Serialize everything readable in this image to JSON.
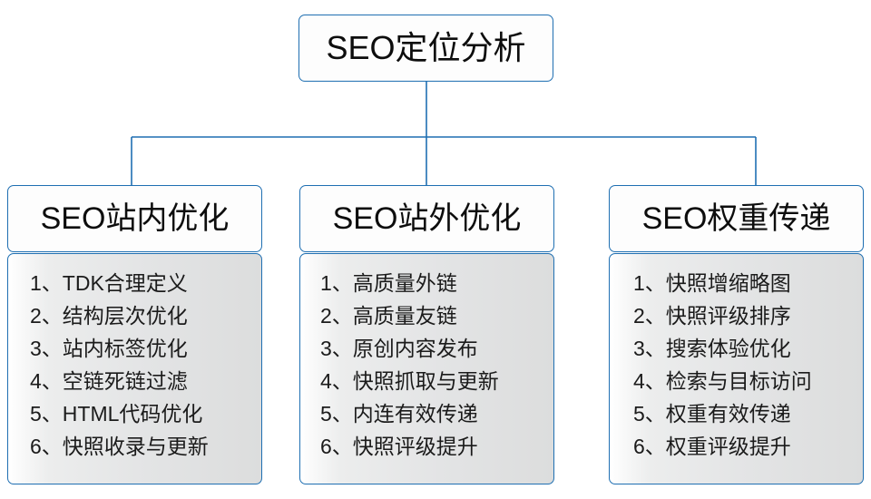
{
  "diagram": {
    "type": "tree",
    "root": {
      "label": "SEO定位分析"
    },
    "branches": [
      {
        "id": "on-site",
        "header": "SEO站内优化",
        "items": [
          "1、TDK合理定义",
          "2、结构层次优化",
          "3、站内标签优化",
          "4、空链死链过滤",
          "5、HTML代码优化",
          "6、快照收录与更新"
        ]
      },
      {
        "id": "off-site",
        "header": "SEO站外优化",
        "items": [
          "1、高质量外链",
          "2、高质量友链",
          "3、原创内容发布",
          "4、快照抓取与更新",
          "5、内连有效传递",
          "6、快照评级提升"
        ]
      },
      {
        "id": "weight-transfer",
        "header": "SEO权重传递",
        "items": [
          "1、快照增缩略图",
          "2、快照评级排序",
          "3、搜索体验优化",
          "4、检索与目标访问",
          "5、权重有效传递",
          "6、权重评级提升"
        ]
      }
    ],
    "colors": {
      "border": "#1f6fb2",
      "connector": "#1f6fb2",
      "header_bg": "#fdfdfd",
      "list_bg_left": "#ffffff",
      "list_bg_right": "#dcdddd",
      "text": "#0d0d0d"
    }
  }
}
